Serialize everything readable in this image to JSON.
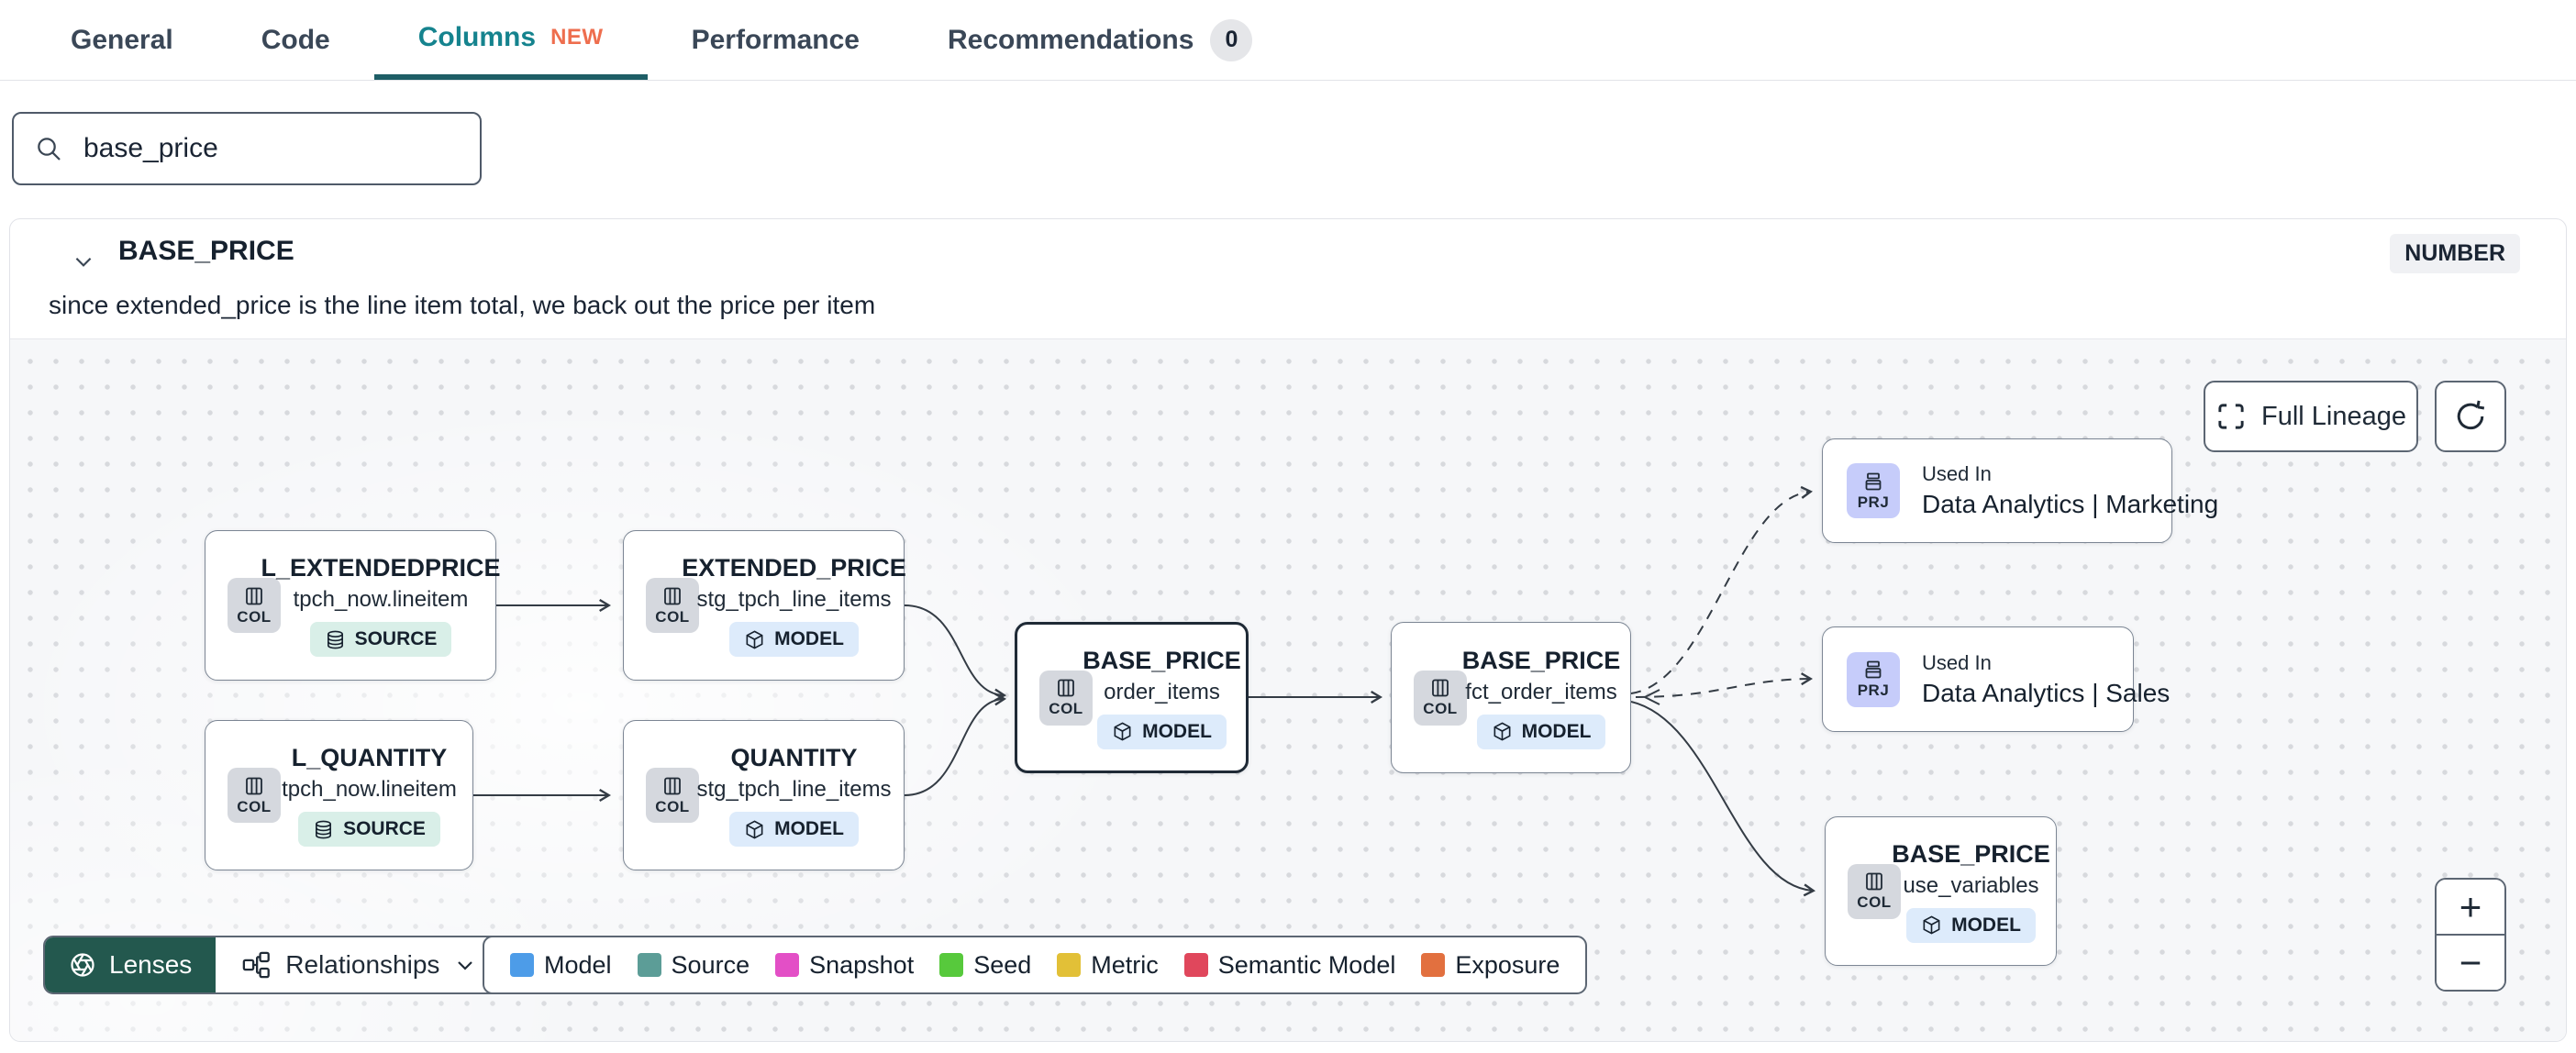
{
  "tabs": {
    "items": [
      {
        "label": "General"
      },
      {
        "label": "Code"
      },
      {
        "label": "Columns",
        "badge": "NEW"
      },
      {
        "label": "Performance"
      },
      {
        "label": "Recommendations",
        "count": "0"
      }
    ]
  },
  "search": {
    "value": "base_price"
  },
  "column_panel": {
    "name": "BASE_PRICE",
    "type_badge": "NUMBER",
    "description": "since extended_price is the line item total, we back out the price per item"
  },
  "lineage": {
    "controls": {
      "full_lineage_label": "Full Lineage",
      "zoom_in": "+",
      "zoom_out": "−"
    },
    "toolbar": {
      "lenses_label": "Lenses",
      "relationships_label": "Relationships"
    },
    "legend": [
      {
        "label": "Model",
        "color": "#4D9CE8"
      },
      {
        "label": "Source",
        "color": "#5C9D97"
      },
      {
        "label": "Snapshot",
        "color": "#E34FC6"
      },
      {
        "label": "Seed",
        "color": "#57C93C"
      },
      {
        "label": "Metric",
        "color": "#E2C037"
      },
      {
        "label": "Semantic Model",
        "color": "#E0475C"
      },
      {
        "label": "Exposure",
        "color": "#E2703F"
      }
    ],
    "nodes": [
      {
        "id": "l_extendedprice",
        "title": "L_EXTENDEDPRICE",
        "subtitle": "tpch_now.lineitem",
        "chip": "COL",
        "badge": "SOURCE",
        "badge_kind": "source",
        "selected": false
      },
      {
        "id": "l_quantity",
        "title": "L_QUANTITY",
        "subtitle": "tpch_now.lineitem",
        "chip": "COL",
        "badge": "SOURCE",
        "badge_kind": "source",
        "selected": false
      },
      {
        "id": "extended_price",
        "title": "EXTENDED_PRICE",
        "subtitle": "stg_tpch_line_items",
        "chip": "COL",
        "badge": "MODEL",
        "badge_kind": "model",
        "selected": false
      },
      {
        "id": "quantity",
        "title": "QUANTITY",
        "subtitle": "stg_tpch_line_items",
        "chip": "COL",
        "badge": "MODEL",
        "badge_kind": "model",
        "selected": false
      },
      {
        "id": "base_price_order_items",
        "title": "BASE_PRICE",
        "subtitle": "order_items",
        "chip": "COL",
        "badge": "MODEL",
        "badge_kind": "model",
        "selected": true
      },
      {
        "id": "base_price_fct_order_items",
        "title": "BASE_PRICE",
        "subtitle": "fct_order_items",
        "chip": "COL",
        "badge": "MODEL",
        "badge_kind": "model",
        "selected": false
      },
      {
        "id": "base_price_use_variables",
        "title": "BASE_PRICE",
        "subtitle": "use_variables",
        "chip": "COL",
        "badge": "MODEL",
        "badge_kind": "model",
        "selected": false
      }
    ],
    "exposures": [
      {
        "id": "marketing",
        "chip": "PRJ",
        "eyebrow": "Used In",
        "title": "Data Analytics | Marketing"
      },
      {
        "id": "sales",
        "chip": "PRJ",
        "eyebrow": "Used In",
        "title": "Data Analytics | Sales"
      }
    ]
  }
}
